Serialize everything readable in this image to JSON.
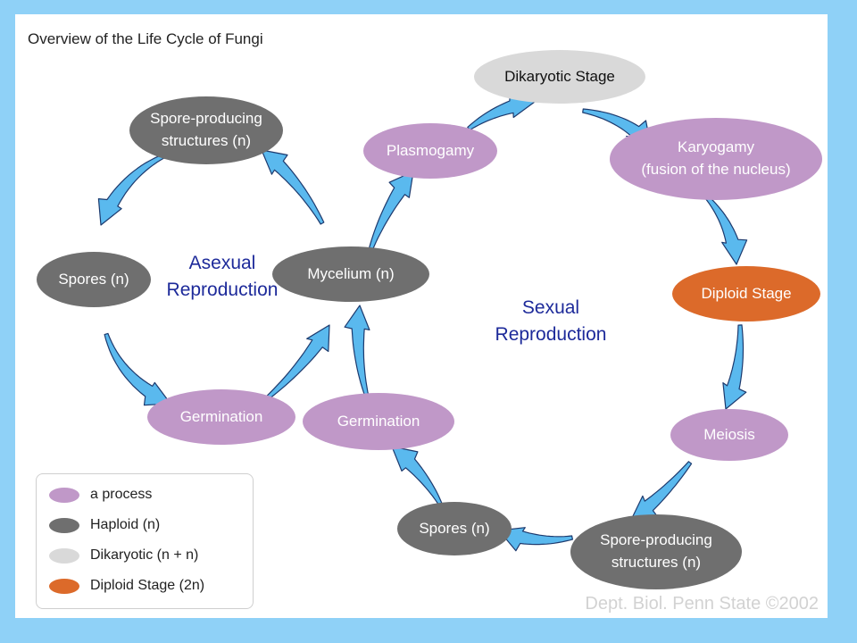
{
  "title": "Overview of the Life Cycle of Fungi",
  "regions": {
    "asexual": "Asexual\nReproduction",
    "sexual": "Sexual\nReproduction"
  },
  "nodes": {
    "spore_structures_asexual": "Spore-producing\nstructures (n)",
    "spores_asexual": "Spores (n)",
    "germination_asexual": "Germination",
    "mycelium": "Mycelium (n)",
    "plasmogamy": "Plasmogamy",
    "dikaryotic_stage": "Dikaryotic Stage",
    "karyogamy": "Karyogamy\n(fusion of the nucleus)",
    "diploid_stage": "Diploid Stage",
    "meiosis": "Meiosis",
    "spore_structures_sexual": "Spore-producing\nstructures (n)",
    "spores_sexual": "Spores (n)",
    "germination_sexual": "Germination"
  },
  "legend": [
    {
      "label": "a process",
      "color": "#c098c8"
    },
    {
      "label": "Haploid (n)",
      "color": "#6f6f6f"
    },
    {
      "label": "Dikaryotic (n + n)",
      "color": "#d9d9d9"
    },
    {
      "label": "Diploid Stage (2n)",
      "color": "#dc6a2a"
    }
  ],
  "colors": {
    "arrow_fill": "#5ab9ee",
    "arrow_stroke": "#1d3a6e",
    "region_text": "#1d2a9a"
  },
  "credit": "Dept. Biol. Penn State ©2002"
}
